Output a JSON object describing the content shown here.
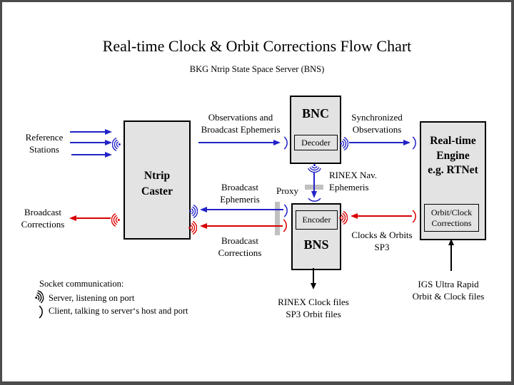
{
  "title": "Real-time Clock & Orbit Corrections Flow Chart",
  "subtitle": "BKG Ntrip State Space Server (BNS)",
  "boxes": {
    "caster": "Ntrip\nCaster",
    "bnc": "BNC",
    "decoder": "Decoder",
    "bns": "BNS",
    "encoder": "Encoder",
    "rt_engine": "Real-time\nEngine\ne.g. RTNet",
    "orbit_clock": "Orbit/Clock\nCorrections"
  },
  "labels": {
    "reference_stations": "Reference\nStations",
    "broadcast_corrections_left": "Broadcast\nCorrections",
    "observations_broadcast_ephemeris": "Observations and\nBroadcast Ephemeris",
    "synchronized_observations": "Synchronized\nObservations",
    "rinex_nav_ephemeris": "RINEX Nav.\nEphemeris",
    "proxy": "Proxy",
    "broadcast_ephemeris_mid": "Broadcast\nEphemeris",
    "broadcast_corrections_mid": "Broadcast\nCorrections",
    "clocks_orbits": "Clocks & Orbits\nSP3",
    "rinex_clock_files": "RINEX Clock files\nSP3 Orbit files",
    "igs_files": "IGS Ultra Rapid\nOrbit & Clock files"
  },
  "legend": {
    "heading": "Socket communication:",
    "server": "Server, listening on port",
    "client": "Client, talking to server‘s host and port"
  },
  "colors": {
    "blue": "#2323c8",
    "red": "#d90000",
    "black": "#000000",
    "box_fill": "#e3e3e3",
    "bar_gray": "#c0c0c0",
    "frame": "#4c4c4c"
  }
}
